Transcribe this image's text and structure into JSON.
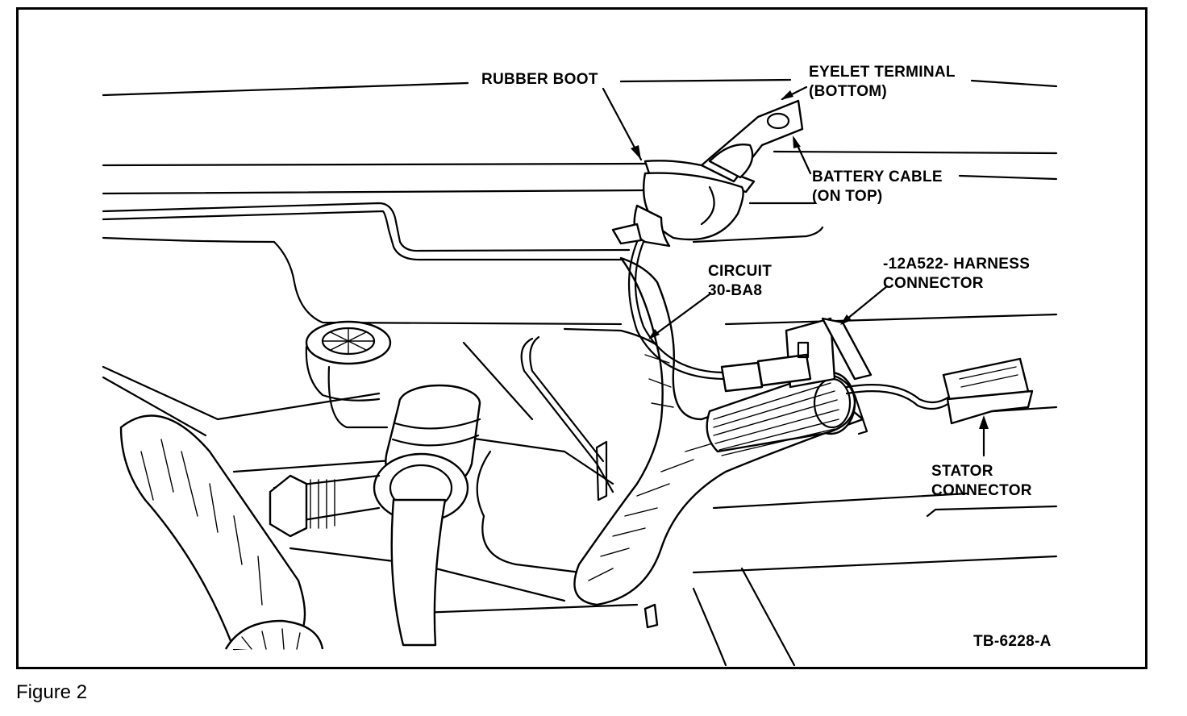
{
  "figure": {
    "caption": "Figure 2",
    "drawing_code": "TB-6228-A"
  },
  "callouts": {
    "rubber_boot": "RUBBER BOOT",
    "eyelet_terminal_line1": "EYELET TERMINAL",
    "eyelet_terminal_line2": "(BOTTOM)",
    "battery_cable_line1": "BATTERY CABLE",
    "battery_cable_line2": "(ON TOP)",
    "circuit_line1": "CIRCUIT",
    "circuit_line2": "30-BA8",
    "harness_connector_line1": "-12A522- HARNESS",
    "harness_connector_line2": "CONNECTOR",
    "stator_connector_line1": "STATOR",
    "stator_connector_line2": "CONNECTOR"
  },
  "colors": {
    "ink": "#000000",
    "paper": "#ffffff"
  }
}
